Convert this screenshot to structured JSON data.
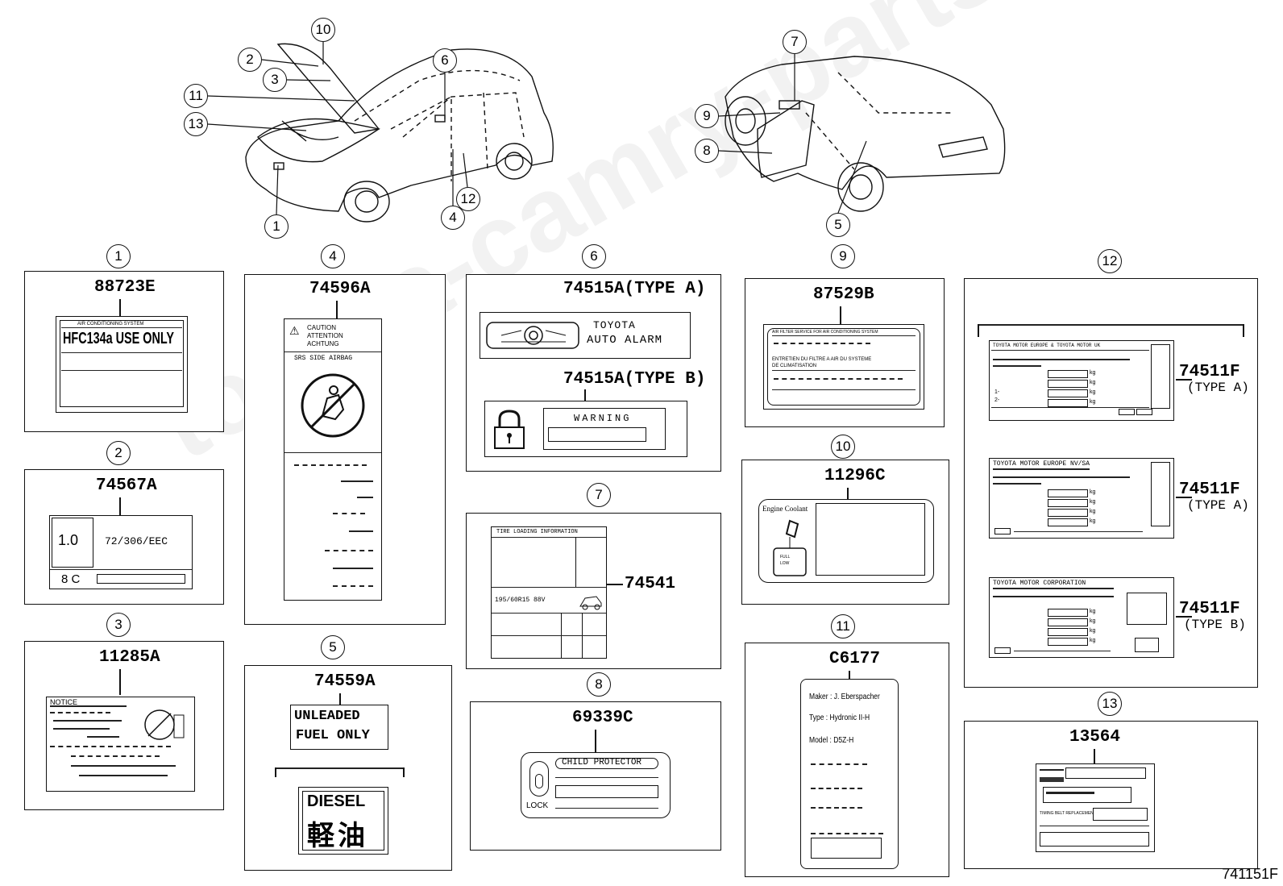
{
  "watermark": "toyota-camry-parts.ru",
  "diagram_ref": "741151F",
  "callouts": [
    "1",
    "2",
    "3",
    "4",
    "5",
    "6",
    "7",
    "8",
    "9",
    "10",
    "11",
    "12",
    "13"
  ],
  "labels": {
    "p1": {
      "part": "88723E",
      "header": "AIR CONDITIONING SYSTEM",
      "main": "HFC134a USE ONLY"
    },
    "p2": {
      "part": "74567A",
      "value": "1.0",
      "code": "72/306/EEC",
      "suffix": "8 C"
    },
    "p3": {
      "part": "11285A",
      "notice": "NOTICE"
    },
    "p4": {
      "part": "74596A",
      "caution": "CAUTION\nATTENTION\nACHTUNG",
      "srs": "SRS SIDE AIRBAG"
    },
    "p5": {
      "part": "74559A",
      "line1": "UNLEADED",
      "line2": "FUEL ONLY",
      "diesel": "DIESEL",
      "kanji": "軽油"
    },
    "p6": {
      "part_a": "74515A(TYPE A)",
      "brand": "TOYOTA",
      "alarm": "AUTO ALARM",
      "part_b": "74515A(TYPE B)",
      "warning": "WARNING"
    },
    "p7": {
      "part": "74541",
      "header": "TIRE LOADING INFORMATION",
      "size": "195/60R15 88V"
    },
    "p8": {
      "part": "69339C",
      "title": "CHILD PROTECTOR",
      "lock": "LOCK"
    },
    "p9": {
      "part": "87529B",
      "line1": "AIR FILTER SERVICE FOR AIR CONDITIONING SYSTEM",
      "line2": "ENTRETIEN DU FILTRE A AIR DU SYSTEME",
      "line3": "DE CLIMATISATION"
    },
    "p10": {
      "part": "11296C",
      "title": "Engine Coolant",
      "full": "FULL",
      "low": "LOW"
    },
    "p11": {
      "part": "C6177",
      "maker": "Maker : J. Eberspacher",
      "type": "Type   : Hydronic II-H",
      "model": "Model : D5Z-H"
    },
    "p12": {
      "a1_part": "74511F",
      "a1_type": "(TYPE A)",
      "a1_header": "TOYOTA MOTOR EUROPE & TOYOTA MOTOR UK",
      "a2_part": "74511F",
      "a2_type": "(TYPE A)",
      "a2_header": "TOYOTA MOTOR EUROPE NV/SA",
      "b_part": "74511F",
      "b_type": "(TYPE B)",
      "b_header": "TOYOTA MOTOR CORPORATION",
      "kg": "kg",
      "r1": "1-",
      "r2": "2-"
    },
    "p13": {
      "part": "13564",
      "timing": "TIMING BELT REPLACEMENT"
    }
  }
}
